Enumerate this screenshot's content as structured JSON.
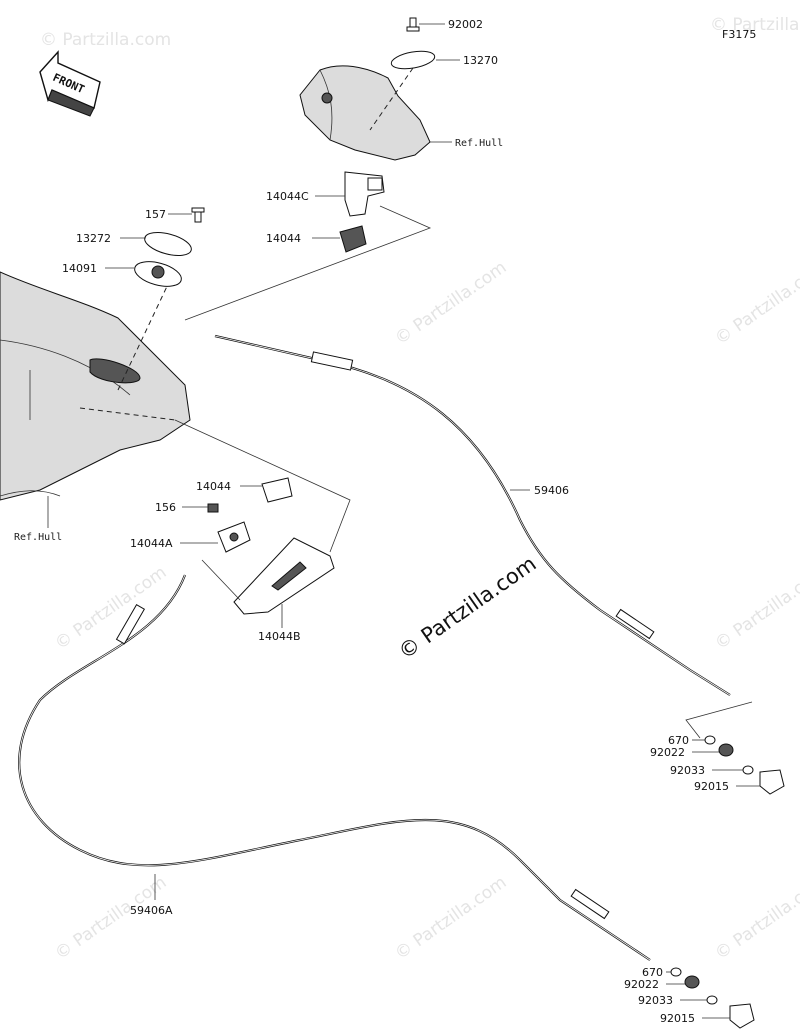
{
  "figure_code": "F3175",
  "front_label": "FRONT",
  "watermark": "© Partzilla.com",
  "parts": {
    "p92002": "92002",
    "p13270": "13270",
    "ref_hull_top": "Ref.Hull",
    "p14044C": "14044C",
    "p14044_top": "14044",
    "p157": "157",
    "p13272": "13272",
    "p14091": "14091",
    "p59406": "59406",
    "p14044_mid": "14044",
    "p156": "156",
    "p14044A": "14044A",
    "ref_hull_left": "Ref.Hull",
    "p14044B": "14044B",
    "p670_a": "670",
    "p92022_a": "92022",
    "p92033_a": "92033",
    "p92015_a": "92015",
    "p59406A": "59406A",
    "p670_b": "670",
    "p92022_b": "92022",
    "p92033_b": "92033",
    "p92015_b": "92015"
  }
}
